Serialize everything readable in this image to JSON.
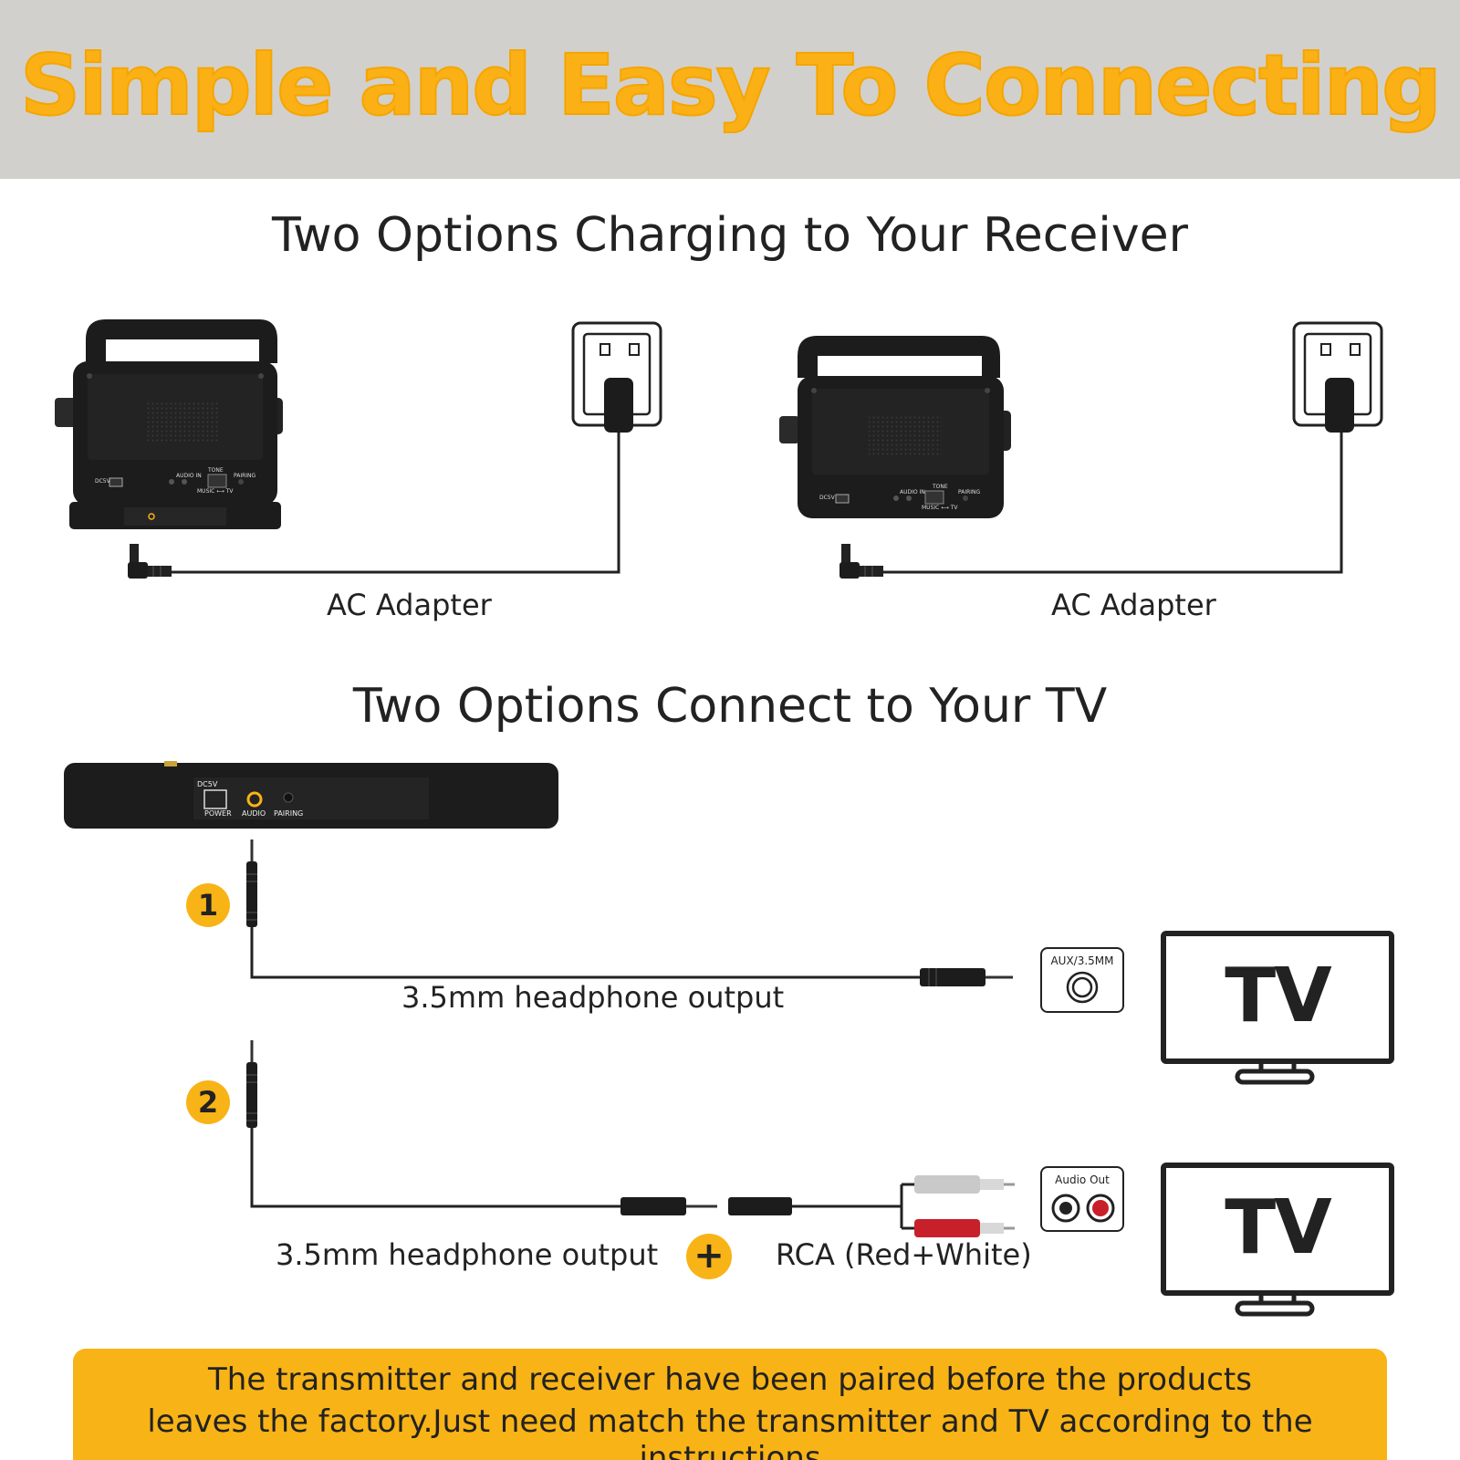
{
  "header": {
    "title": "Simple and Easy To Connecting"
  },
  "charging_section": {
    "title": "Two Options Charging to Your Receiver",
    "option_left": {
      "adapter_label": "AC Adapter"
    },
    "option_right": {
      "adapter_label": "AC Adapter"
    }
  },
  "tv_section": {
    "title": "Two Options Connect to Your TV",
    "transmitter_ports": {
      "dc": "DC5V",
      "power": "POWER",
      "audio": "AUDIO",
      "pairing": "PAIRING"
    },
    "option_1": {
      "badge": "1",
      "cable_label": "3.5mm headphone output",
      "port_label": "AUX/3.5MM",
      "tv_label": "TV"
    },
    "option_2": {
      "badge": "2",
      "cable_label": "3.5mm headphone output",
      "plus": "+",
      "rca_label": "RCA (Red+White)",
      "port_label": "Audio Out",
      "tv_label": "TV"
    }
  },
  "receiver_labels": {
    "dc": "DC5V",
    "audio_in": "AUDIO IN",
    "tone": "TONE",
    "pairing": "PAIRING",
    "music_tv": "MUSIC ⟷ TV"
  },
  "note": {
    "line1": "The transmitter and receiver have been paired before the products",
    "line2": "leaves the factory.Just need match the transmitter and TV according to the instructions"
  },
  "colors": {
    "accent": "#f8b316",
    "header_bg": "#d2d0cc",
    "device": "#1c1c1c",
    "rca_red": "#c8202a",
    "rca_white": "#c9c9c9"
  }
}
